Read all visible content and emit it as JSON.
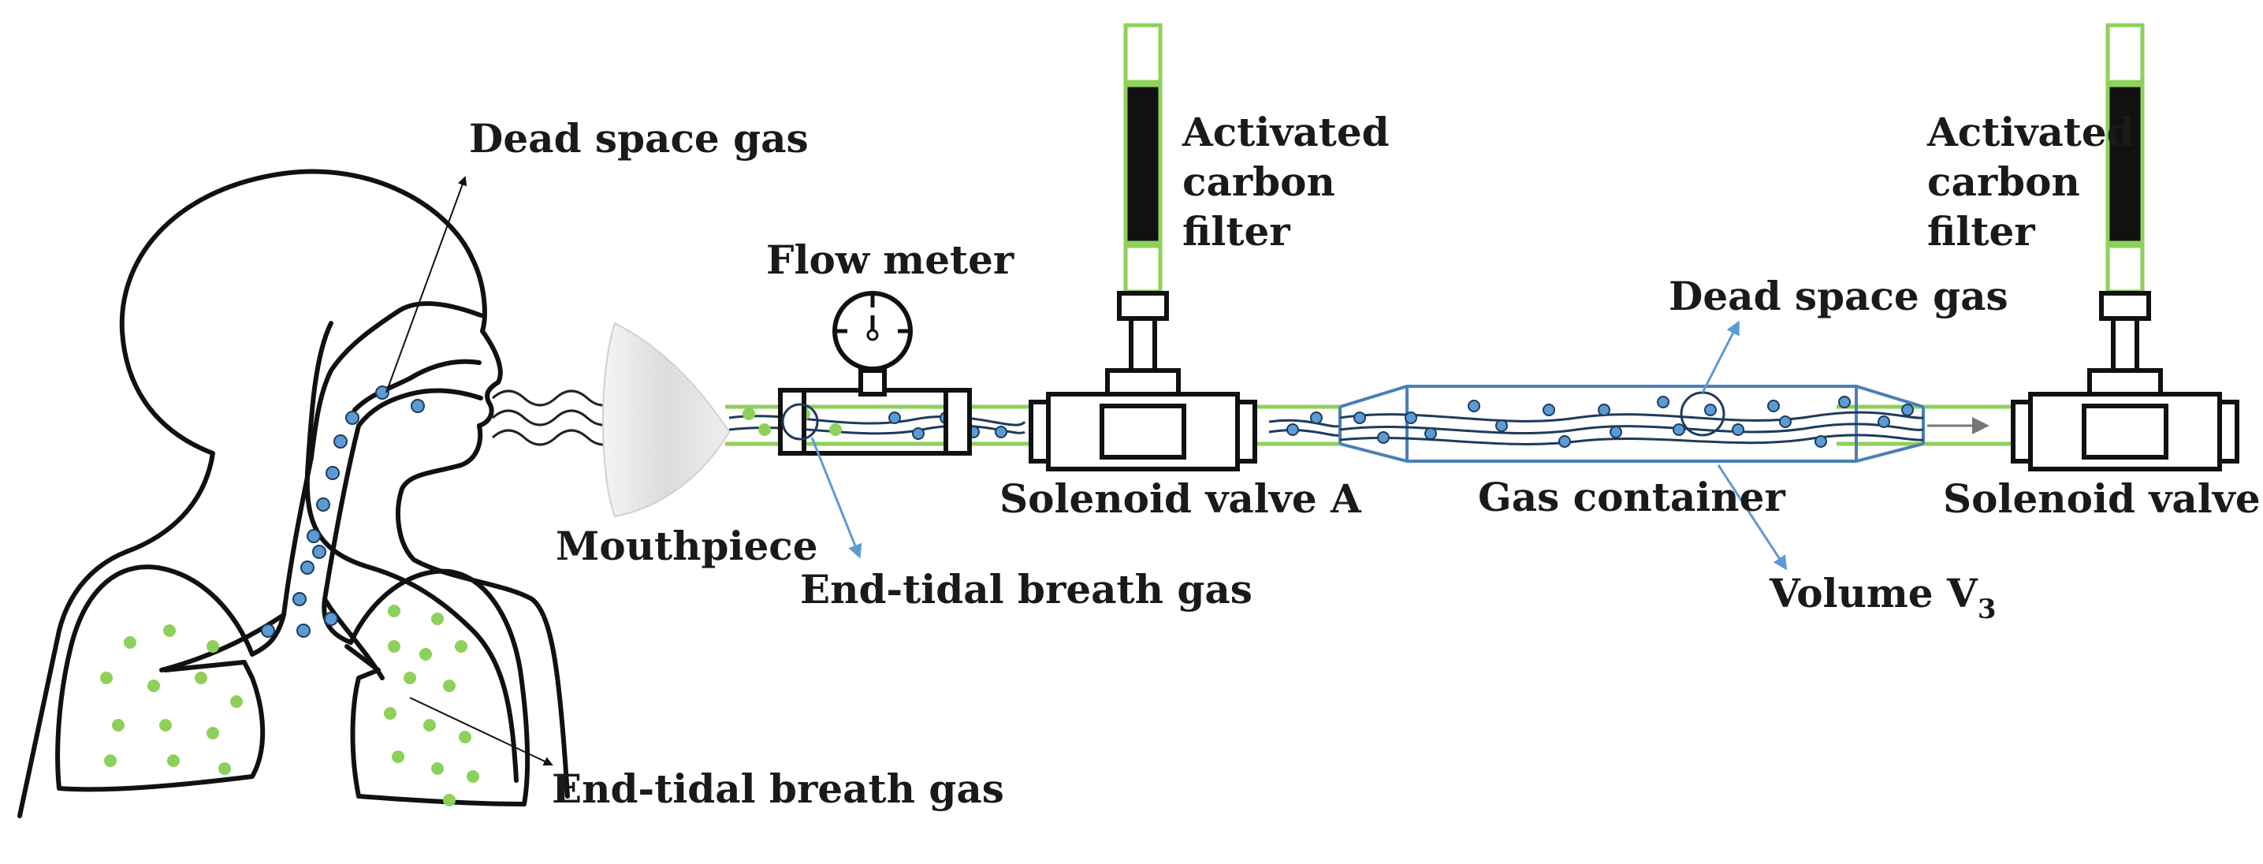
{
  "labels": {
    "dead_space_gas_top": "Dead space gas",
    "end_tidal_lungs": "End-tidal breath gas",
    "mouthpiece": "Mouthpiece",
    "flow_meter": "Flow meter",
    "end_tidal_pipe": "End-tidal breath gas",
    "solenoid_a": "Solenoid valve A",
    "filter_a": [
      "Activated",
      "carbon",
      "filter"
    ],
    "gas_container": "Gas container",
    "dead_space_gas_container": "Dead space gas",
    "volume": "Volume V",
    "volume_subscript": "3",
    "solenoid_b": "Solenoid valve B",
    "filter_b": [
      "Activated",
      "carbon",
      "filter"
    ]
  },
  "colors": {
    "ink": "#111111",
    "green_gas": "#8dd05a",
    "blue_gas": "#5b9bd5",
    "container_blue": "#4a7fb5",
    "filter_black": "#111111"
  }
}
